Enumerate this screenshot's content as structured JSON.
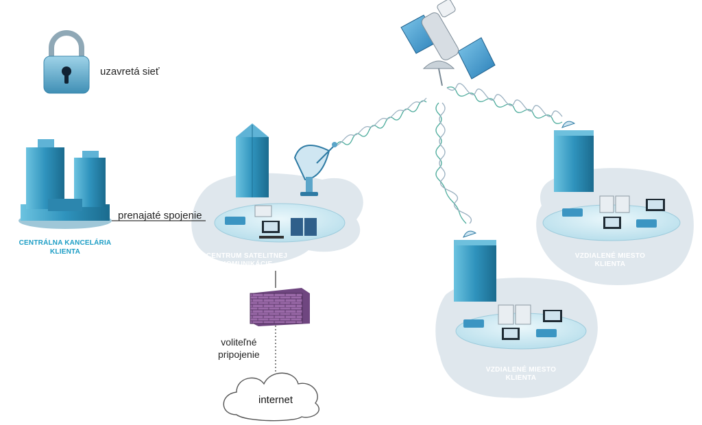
{
  "labels": {
    "closed_network": "uzavretá sieť",
    "leased_line": "prenajaté spojenie",
    "optional_line1": "voliteľné",
    "optional_line2": "pripojenie",
    "internet": "internet",
    "hq_line1": "CENTRÁLNA KANCELÁRIA",
    "hq_line2": "KLIENTA",
    "sat_center_line1": "CENTRUM SATELITNEJ",
    "sat_center_line2": "KOMUNIKÁCIE",
    "remote1_line1": "VZDIALENÉ MIESTO",
    "remote1_line2": "KLIENTA",
    "remote2_line1": "VZDIALENÉ MIESTO",
    "remote2_line2": "KLIENTA"
  },
  "colors": {
    "building": "#3b9ec3",
    "building_dark": "#1d6f93",
    "cloud": "#dde6ec",
    "disc": "#cfe9f2",
    "firewall": "#8b5a9c",
    "hq_text": "#1a9cc4",
    "lock": "#5aa7c8"
  },
  "icons": [
    "lock-icon",
    "satellite-icon",
    "satellite-dish-icon",
    "office-building-icon",
    "firewall-icon",
    "internet-cloud-icon",
    "computer-icon",
    "server-icon"
  ]
}
